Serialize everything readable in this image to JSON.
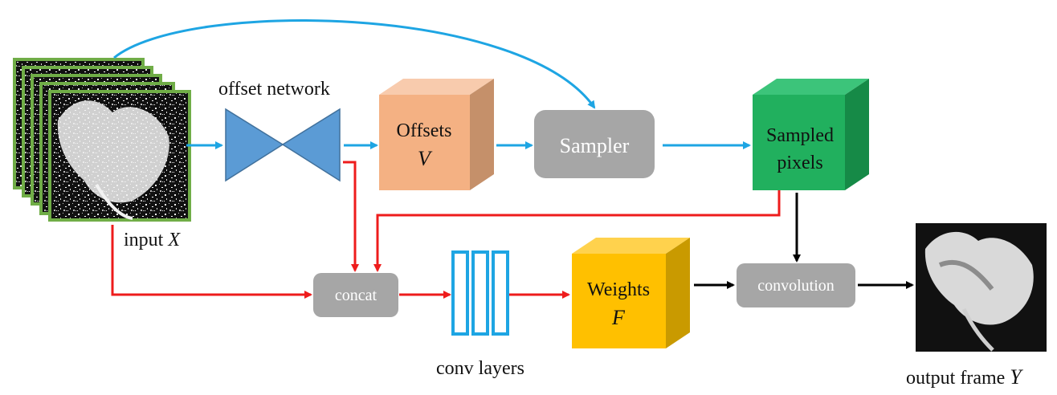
{
  "colors": {
    "blue_arrow": "#1ea5e3",
    "red_arrow": "#ee1c1c",
    "black_arrow": "#000000",
    "offset_net": "#5b9bd5",
    "offsets_front": "#f4b183",
    "sampled_front": "#21b05e",
    "weights_front": "#ffc000",
    "gray_box": "#a6a6a6",
    "frame_border": "#70ad47"
  },
  "labels": {
    "input_text": "input ",
    "input_var": "X",
    "offset_network": "offset network",
    "offsets_line1": "Offsets",
    "offsets_var": "V",
    "sampler": "Sampler",
    "sampled_line1": "Sampled",
    "sampled_line2": "pixels",
    "concat": "concat",
    "conv_layers": "conv layers",
    "weights_line1": "Weights",
    "weights_var": "F",
    "convolution": "convolution",
    "output_text": "output frame ",
    "output_var": "Y"
  }
}
